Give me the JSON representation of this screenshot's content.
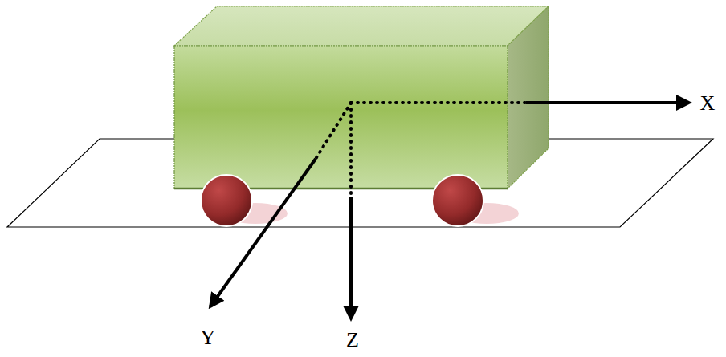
{
  "diagram": {
    "labels": [
      "X",
      "Y",
      "Z"
    ]
  }
}
